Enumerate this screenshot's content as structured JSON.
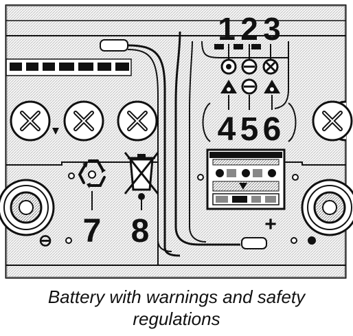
{
  "figure": {
    "callouts": [
      "1",
      "2",
      "3",
      "4",
      "5",
      "6",
      "7",
      "8"
    ],
    "terminal_symbols": {
      "negative": "⊖",
      "positive": "+"
    },
    "caption_lines": [
      "Battery with warnings and safety",
      "regulations"
    ],
    "icons": [
      "battery-case-icon",
      "cap-screw-icon",
      "recycling-icon",
      "crossed-bin-icon",
      "warning-label-icon",
      "terminal-icon",
      "cable-icon"
    ],
    "colors": {
      "ink": "#111111",
      "background": "#ffffff",
      "hatch": "#888888"
    }
  }
}
